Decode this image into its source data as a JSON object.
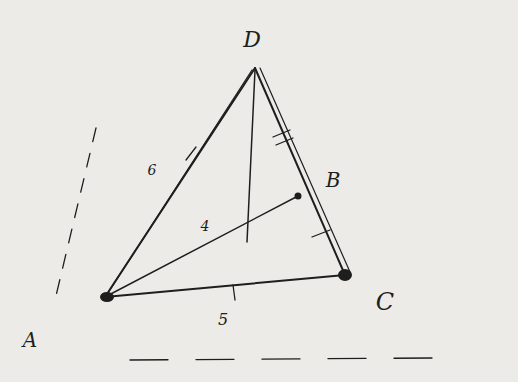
{
  "diagram": {
    "labels": [
      "D",
      "6",
      "4",
      "B",
      "5",
      "C",
      "A"
    ]
  }
}
